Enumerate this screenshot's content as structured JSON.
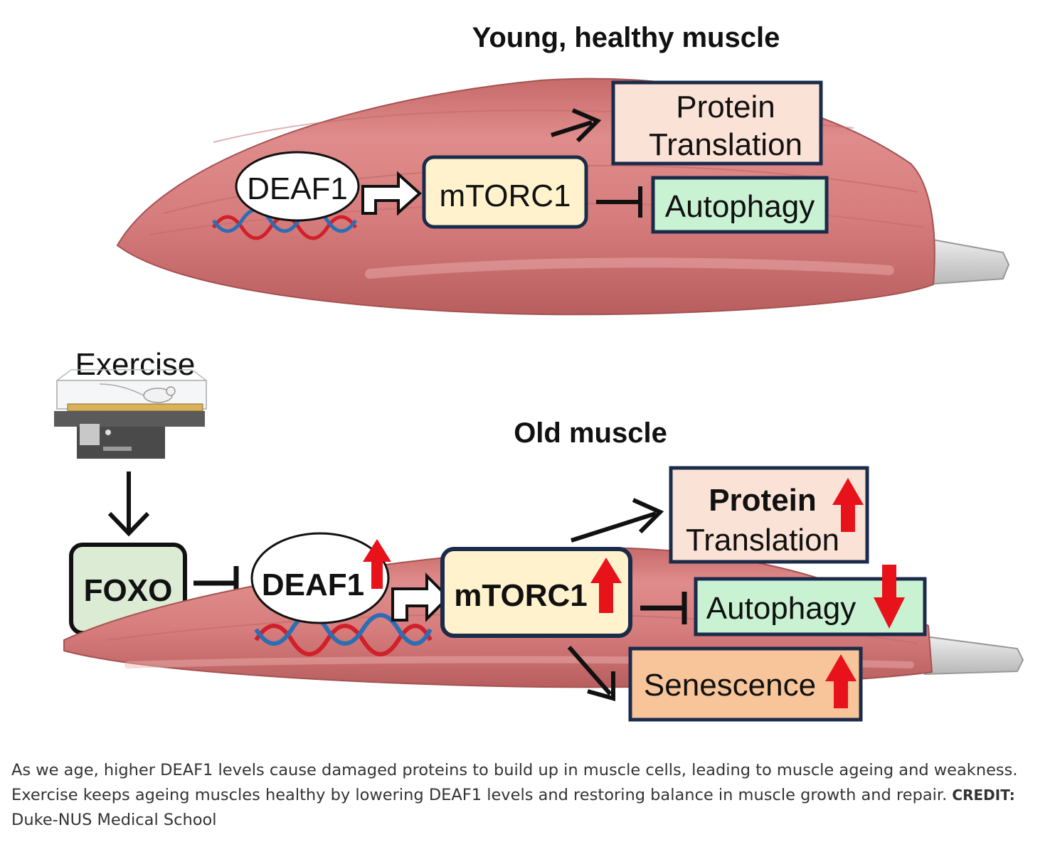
{
  "top_panel": {
    "title": "Young, healthy muscle",
    "deaf1_label": "DEAF1",
    "mtorc1_label": "mTORC1",
    "protein_line1": "Protein",
    "protein_line2": "Translation",
    "autophagy_label": "Autophagy"
  },
  "exercise": {
    "label": "Exercise",
    "foxo_label": "FOXO"
  },
  "bottom_panel": {
    "title": "Old muscle",
    "deaf1_label": "DEAF1",
    "mtorc1_label": "mTORC1",
    "protein_line1": "Protein",
    "protein_line2": "Translation",
    "autophagy_label": "Autophagy",
    "senescence_label": "Senescence"
  },
  "colors": {
    "muscle": "#d98080",
    "box_border": "#1b2b4a",
    "protein_fill": "#fbe2d6",
    "mtorc1_fill": "#fff2cc",
    "autophagy_fill": "#c9f2d3",
    "senescence_fill": "#f8c49a",
    "foxo_fill": "#dcebd4",
    "up_arrow": "#e8121b",
    "dna_red": "#d0202a",
    "dna_blue": "#2a6fb5"
  },
  "caption": {
    "text": "As we age, higher DEAF1 levels cause damaged proteins to build up in muscle cells, leading to muscle ageing and weakness. Exercise keeps ageing muscles healthy by lowering DEAF1 levels and restoring balance in muscle growth and repair.",
    "credit_label": "CREDIT:",
    "credit_value": "Duke-NUS Medical School"
  }
}
